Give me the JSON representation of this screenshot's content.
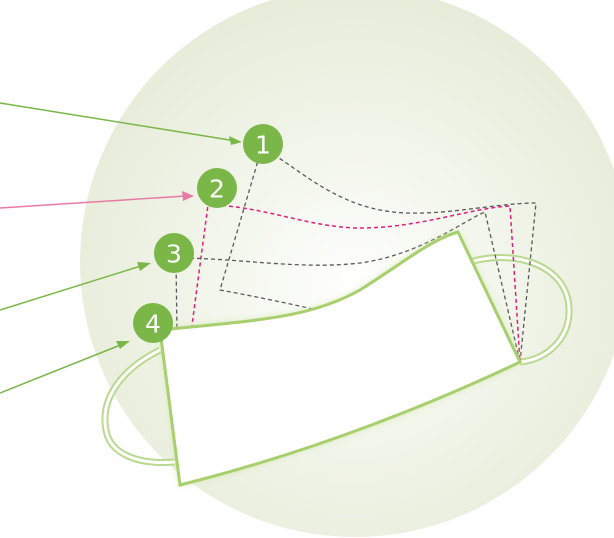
{
  "diagram": {
    "colors": {
      "disc": "#eef2e4",
      "green_accent": "#7ab648",
      "pink_accent": "#e67aa6",
      "layer1_outline": "#5a5a5a",
      "layer2_outline": "#e0207a",
      "layer3_outline": "#5a5a5a",
      "mask_outline": "#a8cf6e",
      "ear_loop": "#b9d98f"
    },
    "layers": [
      {
        "number": "1",
        "arrow_color": "#7ab648",
        "outline_color": "#5a5a5a"
      },
      {
        "number": "2",
        "arrow_color": "#e67aa6",
        "outline_color": "#e0207a"
      },
      {
        "number": "3",
        "arrow_color": "#7ab648",
        "outline_color": "#5a5a5a"
      },
      {
        "number": "4",
        "arrow_color": "#7ab648",
        "outline_color": "#a8cf6e"
      }
    ],
    "badge_color": "#7ab648"
  }
}
